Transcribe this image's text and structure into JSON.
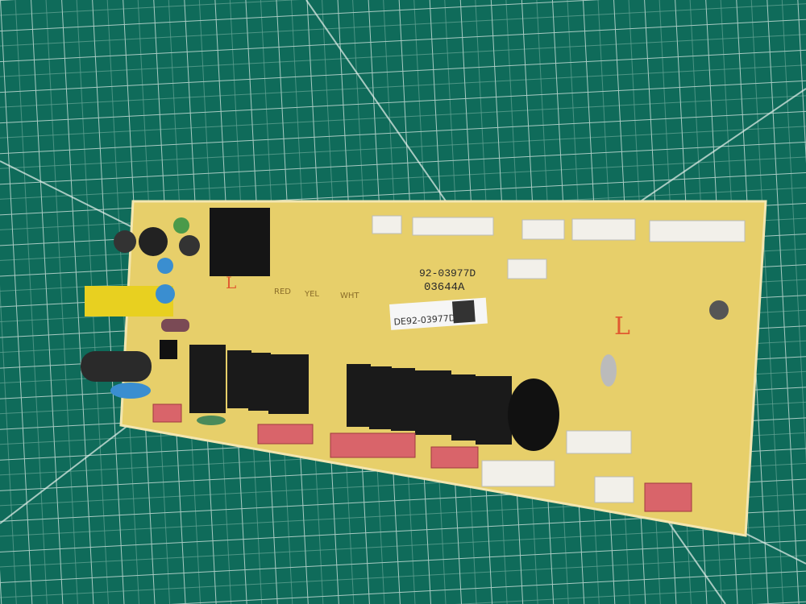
{
  "board": {
    "part_number": "92-03977D",
    "lot_code": "03644A",
    "label_part": "DE92-03977D",
    "wire_labels": [
      "RED",
      "YEL",
      "WHT"
    ],
    "marking": "L"
  },
  "colors": {
    "mat": "#0f6b5a",
    "grid": "#cfe3dc",
    "board": "#e7cf6a",
    "relay": "#1a1a1a",
    "connector_white": "#f2f0ea",
    "connector_red": "#d9646a"
  }
}
